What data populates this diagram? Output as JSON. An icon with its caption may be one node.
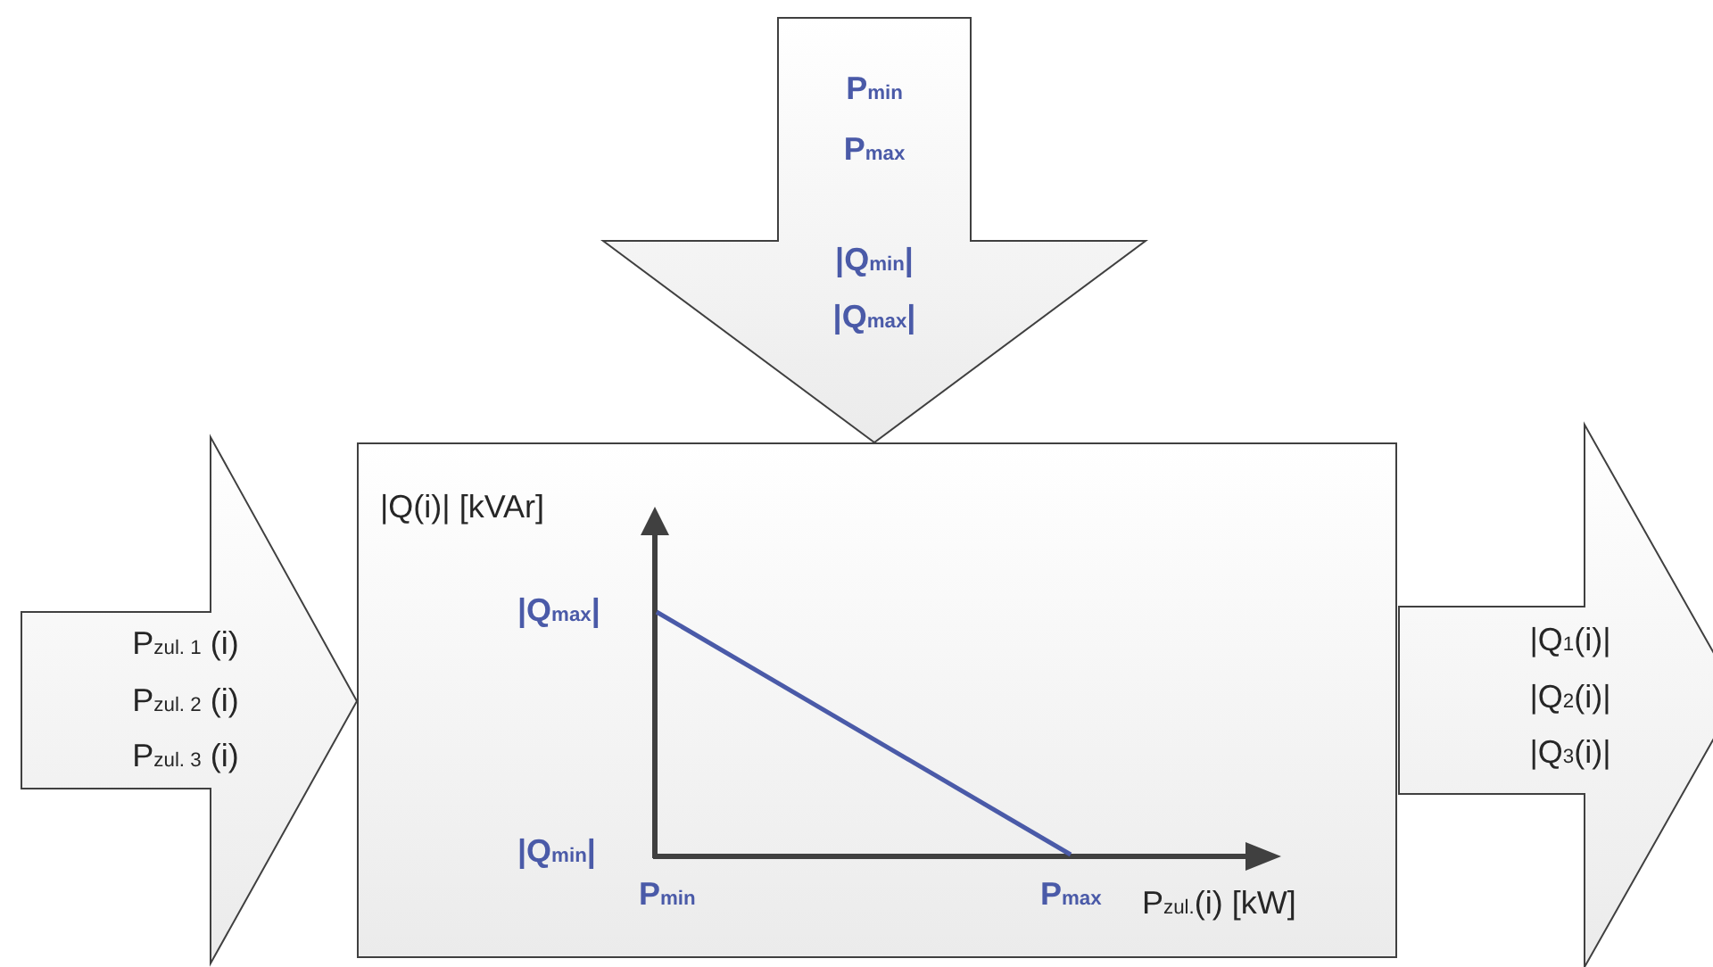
{
  "diagram": {
    "nodes": [
      {
        "text": [
          "P$_{min}$",
          "P$_{max}$",
          "|Q$_{min}$|",
          "|Q$_{max}$|"
        ]
      },
      {
        "text": [
          "P$_{zul. 1}$ (i)",
          "P$_{zul. 2}$ (i)",
          "P$_{zul. 3}$ (i)"
        ]
      },
      {
        "text": [],
        "shape": "box"
      },
      {
        "text": [
          "|Q$_{1}$(i)|",
          "|Q$_{2}$(i)|",
          "|Q$_{3}$(i)|"
        ]
      }
    ],
    "labels": [
      "|Q(i)| [kVAr]",
      "|Q$_{max}$|",
      "|Q$_{min}$|",
      "P$_{min}$",
      "P$_{max}$",
      "P$_{zul.}$(i) [kW]"
    ]
  }
}
